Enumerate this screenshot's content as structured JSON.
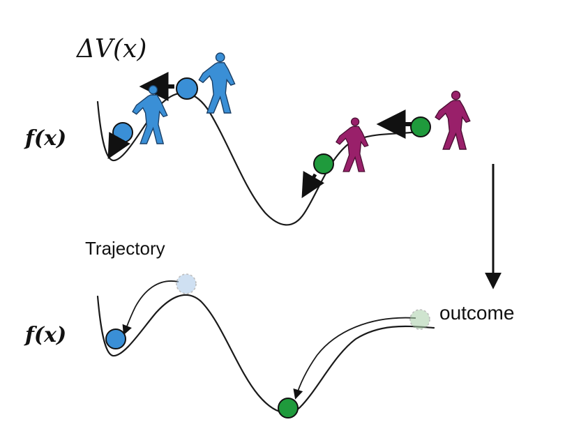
{
  "labels": {
    "delta_v": "ΔV(x)",
    "f_top": "f(x)",
    "f_bottom": "f(x)",
    "trajectory": "Trajectory",
    "outcome": "outcome"
  },
  "colors": {
    "blue": "#3a8fd6",
    "green": "#1f9a3c",
    "magenta": "#99206a",
    "ghost_blue": "#a9c8e8",
    "ghost_green": "#a8cfa8",
    "curve": "#1a1a1a"
  },
  "icons": {
    "push_figure": "person-pushing-icon",
    "arrow": "arrow-icon"
  }
}
